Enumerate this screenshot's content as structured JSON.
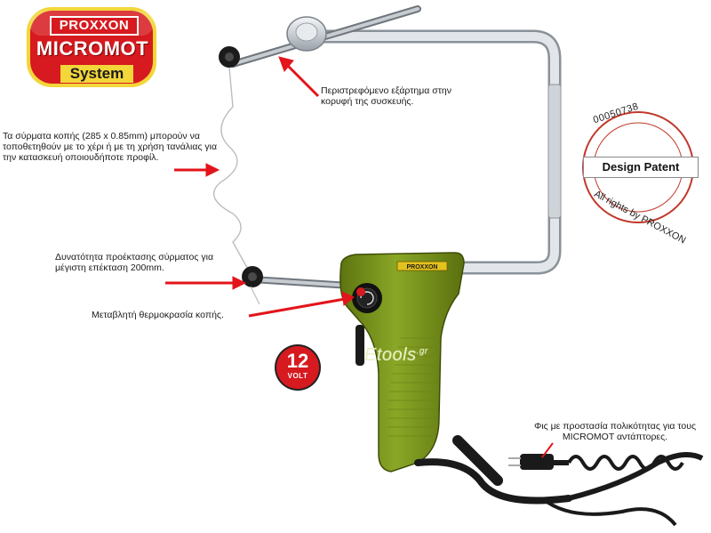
{
  "logo": {
    "brand": "PROXXON",
    "product": "MICROMOT",
    "line": "System"
  },
  "callouts": {
    "wires": "Τα σύρματα κοπής (285 x 0.85mm) μπορούν να τοποθετηθούν με το χέρι ή με τη χρήση τανάλιας για την κατασκευή οποιουδήποτε προφίλ.",
    "rotating_part": "Περιστρεφόμενο εξάρτημα στην κορυφή της συσκευής.",
    "extension": "Δυνατότητα προέκτασης σύρματος για μέγιστη επέκταση 200mm.",
    "temperature": "Μεταβλητή θερμοκρασία κοπής.",
    "plug": "Φις με προστασία πολικότητας για τους MICROMOT αντάπτορες."
  },
  "stamp": {
    "code": "00050738",
    "label": "Design Patent",
    "rights": "All rights by PROXXON"
  },
  "badge": {
    "number": "12",
    "unit": "VOLT"
  },
  "tool_label": "PROXXON",
  "watermark": {
    "text": "Etools",
    "suffix": ".gr"
  },
  "colors": {
    "accent_red": "#d61a1f",
    "tool_green": "#7e9a1e",
    "logo_yellow": "#f3d63a"
  }
}
